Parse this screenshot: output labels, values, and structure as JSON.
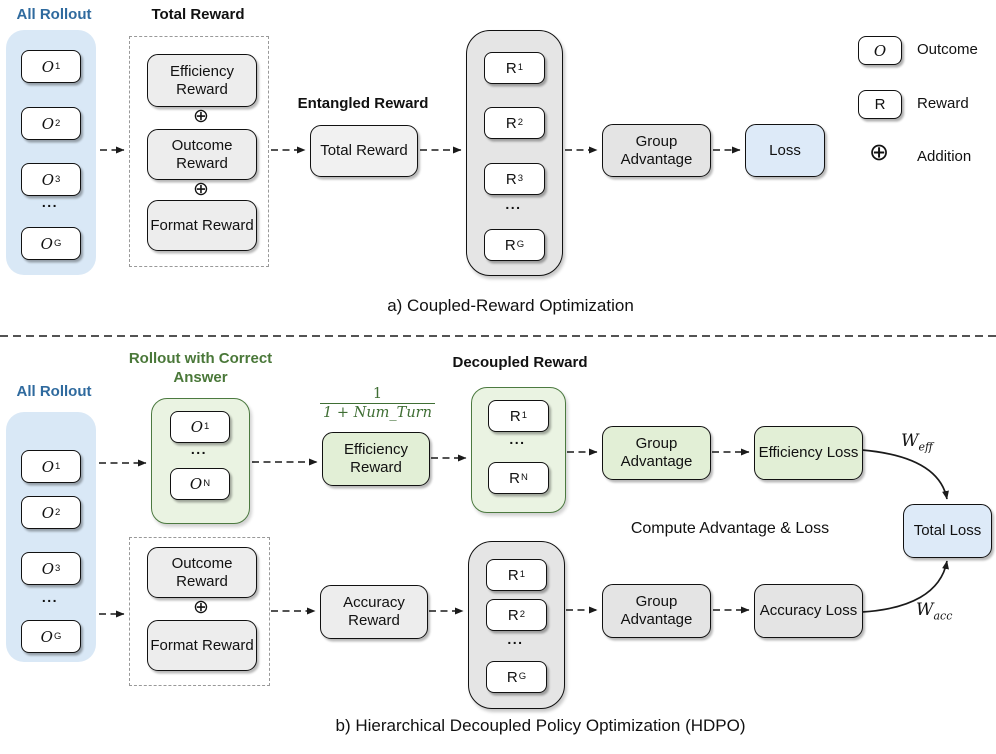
{
  "symbols": {
    "oplus": "⊕",
    "dots": "..."
  },
  "section_a": {
    "caption": "a) Coupled-Reward Optimization",
    "all_rollout_label": "All Rollout",
    "rollouts": [
      {
        "base": "O",
        "sub": "1"
      },
      {
        "base": "O",
        "sub": "2"
      },
      {
        "base": "O",
        "sub": "3"
      },
      {
        "base": "O",
        "sub": "G"
      }
    ],
    "total_reward_group_label": "Total Reward",
    "components": [
      "Efficiency Reward",
      "Outcome Reward",
      "Format Reward"
    ],
    "entangled_label": "Entangled Reward",
    "total_reward_box": "Total Reward",
    "rewards": [
      {
        "base": "R",
        "sub": "1"
      },
      {
        "base": "R",
        "sub": "2"
      },
      {
        "base": "R",
        "sub": "3"
      },
      {
        "base": "R",
        "sub": "G"
      }
    ],
    "group_advantage": "Group Advantage",
    "loss": "Loss",
    "legend": [
      {
        "symbol": "O",
        "label": "Outcome"
      },
      {
        "symbol": "R",
        "label": "Reward"
      },
      {
        "symbol": "⊕",
        "label": "Addition"
      }
    ]
  },
  "section_b": {
    "caption": "b) Hierarchical Decoupled Policy Optimization (HDPO)",
    "all_rollout_label": "All Rollout",
    "rollouts": [
      {
        "base": "O",
        "sub": "1"
      },
      {
        "base": "O",
        "sub": "2"
      },
      {
        "base": "O",
        "sub": "3"
      },
      {
        "base": "O",
        "sub": "G"
      }
    ],
    "correct_rollout_label": "Rollout with Correct Answer",
    "correct_rollouts": [
      {
        "base": "O",
        "sub": "1"
      },
      {
        "base": "O",
        "sub": "N"
      }
    ],
    "decoupled_label": "Decoupled Reward",
    "formula": {
      "numerator": "1",
      "denominator": "1 + Num_Turn"
    },
    "efficiency_reward": "Efficiency Reward",
    "efficiency_rewards": [
      {
        "base": "R",
        "sub": "1"
      },
      {
        "base": "R",
        "sub": "N"
      }
    ],
    "group_advantage_eff": "Group Advantage",
    "efficiency_loss": "Efficiency Loss",
    "w_eff": {
      "base": "W",
      "sub": "eff"
    },
    "total_loss": "Total Loss",
    "compute_label": "Compute Advantage & Loss",
    "components": [
      "Outcome Reward",
      "Format Reward"
    ],
    "accuracy_reward": "Accuracy Reward",
    "accuracy_rewards": [
      {
        "base": "R",
        "sub": "1"
      },
      {
        "base": "R",
        "sub": "2"
      },
      {
        "base": "R",
        "sub": "G"
      }
    ],
    "group_advantage_acc": "Group Advantage",
    "accuracy_loss": "Accuracy Loss",
    "w_acc": {
      "base": "W",
      "sub": "acc"
    }
  }
}
